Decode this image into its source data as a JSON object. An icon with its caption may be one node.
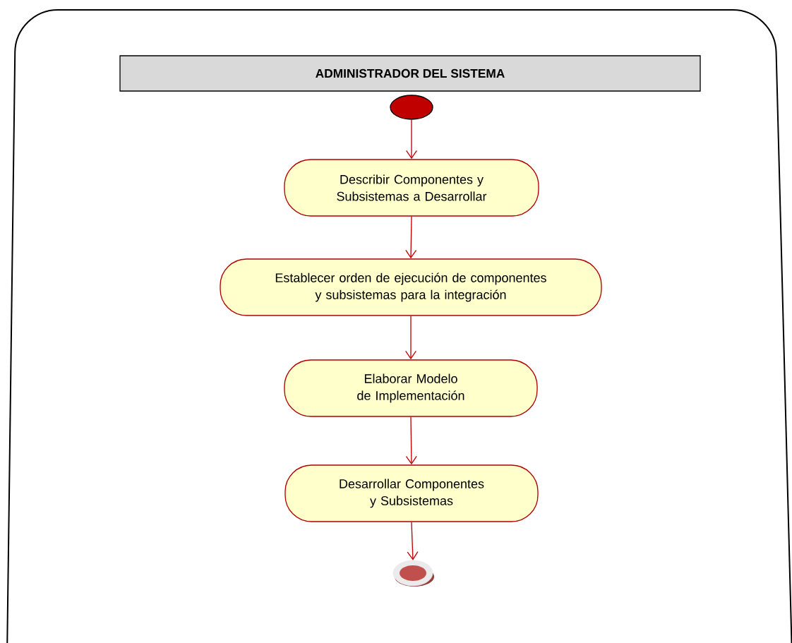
{
  "diagram": {
    "nodes": [
      {
        "text": [
          "ADMINISTRADOR DEL SISTEMA"
        ]
      },
      {
        "text": [],
        "shape": "circle"
      },
      {
        "text": [
          "Describir Componentes y Subsistemas  a Desarrollar"
        ]
      },
      {
        "text": [
          "Establecer orden de ejecución de componentes y subsistemas para la integración"
        ]
      },
      {
        "text": [
          "Elaborar Modelo de Implementación"
        ]
      },
      {
        "text": [
          "Desarrollar Componentes y Subsistemas"
        ]
      },
      {
        "text": [],
        "shape": "circle"
      }
    ],
    "edges": [
      {
        "from": 1,
        "to": 2,
        "arrow": "to"
      },
      {
        "from": 2,
        "to": 3,
        "arrow": "to"
      },
      {
        "from": 3,
        "to": 4,
        "arrow": "to"
      },
      {
        "from": 4,
        "to": 5,
        "arrow": "to"
      },
      {
        "from": 5,
        "to": 6,
        "arrow": "to"
      }
    ]
  }
}
